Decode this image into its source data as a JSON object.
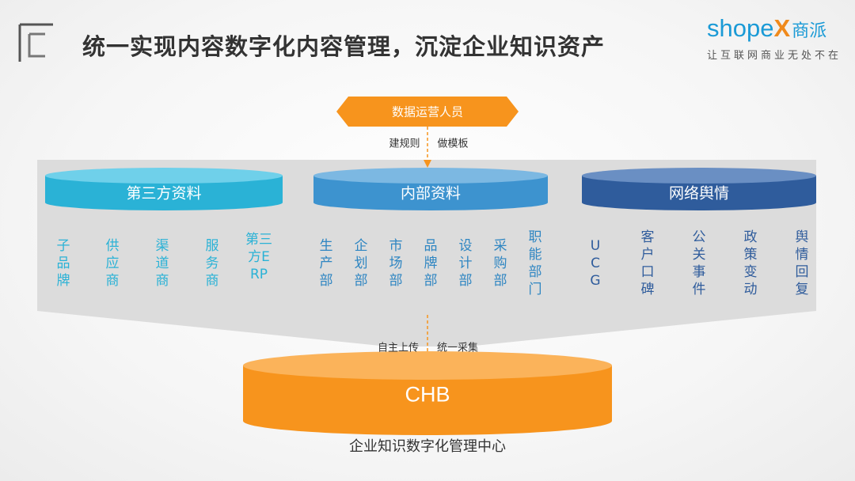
{
  "title": "统一实现内容数字化内容管理，沉淀企业知识资产",
  "logo": {
    "brand_prefix": "shope",
    "brand_x": "X",
    "brand_cn": "商派",
    "slogan": "让互联网商业无处不在"
  },
  "top_node": "数据运营人员",
  "top_arrow": {
    "left": "建规则",
    "right": "做模板"
  },
  "databases": [
    {
      "name": "第三方资料",
      "color": "#2ab2d6",
      "items": [
        "子品牌",
        "供应商",
        "渠道商",
        "服务商",
        "第三方ERP"
      ]
    },
    {
      "name": "内部资料",
      "color": "#3d93cf",
      "items": [
        "生产部",
        "企划部",
        "市场部",
        "品牌部",
        "设计部",
        "采购部",
        "职能部门"
      ]
    },
    {
      "name": "网络舆情",
      "color": "#2f5c9c",
      "items": [
        "UCG",
        "客户口碑",
        "公关事件",
        "政策变动",
        "舆情回复"
      ]
    }
  ],
  "bottom_arrow": {
    "left": "自主上传",
    "right": "统一采集"
  },
  "center": {
    "name": "CHB",
    "caption": "企业知识数字化管理中心",
    "color": "#f7941d"
  },
  "colors": {
    "orange": "#f7941d",
    "funnel": "#dcdcdc",
    "title": "#333333"
  }
}
